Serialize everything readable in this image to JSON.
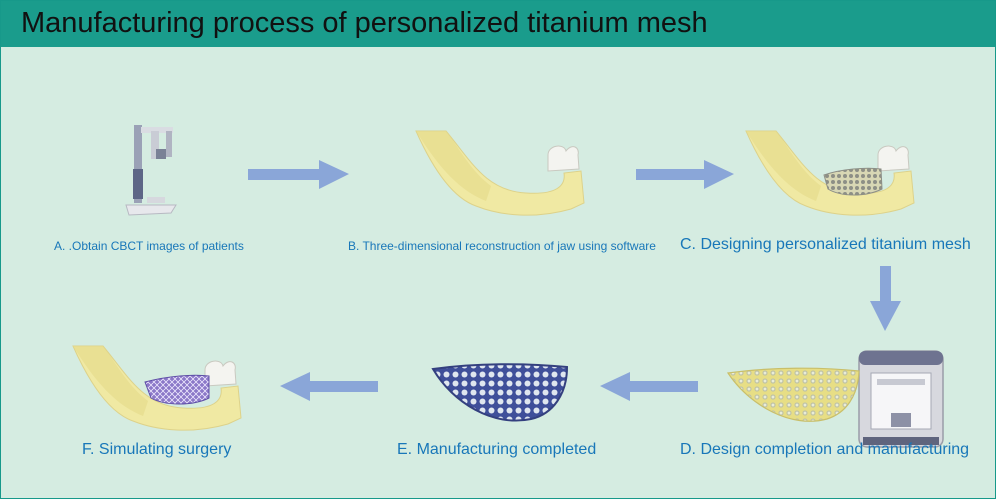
{
  "title": "Manufacturing process of personalized titanium mesh",
  "steps": [
    {
      "label": "A. .Obtain CBCT images of patients",
      "icon": "cbct-scanner-icon"
    },
    {
      "label": "B. Three-dimensional reconstruction of jaw using software",
      "icon": "jaw-model-icon"
    },
    {
      "label": "C. Designing personalized titanium mesh",
      "icon": "jaw-with-mesh-design-icon"
    },
    {
      "label": "D. Design completion and manufacturing",
      "icon": "3d-printer-icon"
    },
    {
      "label": "E. Manufacturing completed",
      "icon": "titanium-mesh-icon"
    },
    {
      "label": "F. Simulating surgery",
      "icon": "jaw-with-implanted-mesh-icon"
    }
  ],
  "colors": {
    "background": "#d5ece1",
    "header": "#1a9c8c",
    "arrow": "#8aa6d8",
    "caption": "#1877b9",
    "bone": "#f0e9a3",
    "mesh_blue": "#3f4f9a",
    "mesh_purple": "#8b78c8"
  }
}
